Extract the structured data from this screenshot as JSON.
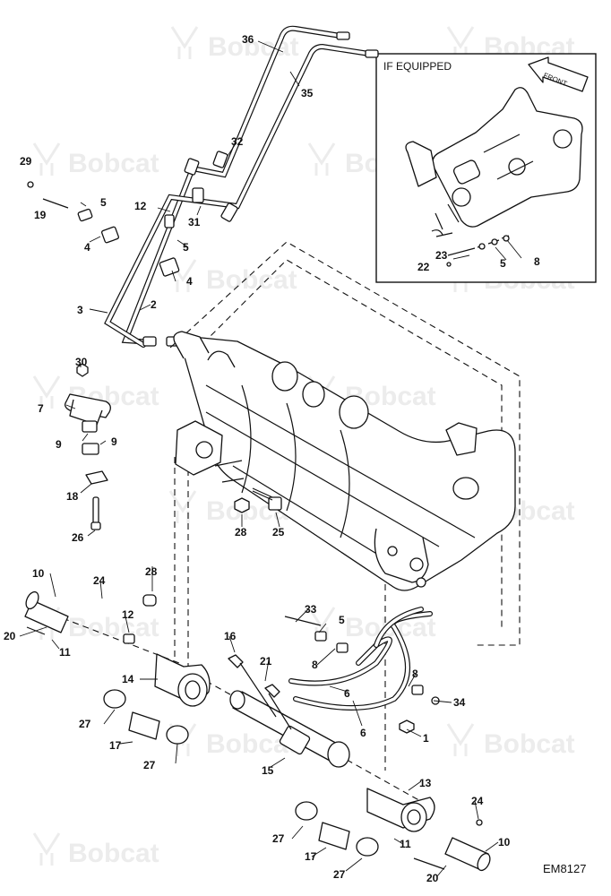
{
  "watermark": {
    "text": "Bobcat"
  },
  "inset": {
    "title": "IF EQUIPPED",
    "arrow_label": "FRONT"
  },
  "drawing_code": "EM8127",
  "callouts": {
    "c36": "36",
    "c35": "35",
    "c29": "29",
    "c19": "19",
    "c5a": "5",
    "c4a": "4",
    "c12a": "12",
    "c32": "32",
    "c31": "31",
    "c5b": "5",
    "c4b": "4",
    "c3": "3",
    "c2": "2",
    "c23": "23",
    "c22": "22",
    "c5c": "5",
    "c8a": "8",
    "c30": "30",
    "c7": "7",
    "c9a": "9",
    "c9b": "9",
    "c18": "18",
    "c26": "26",
    "c28a": "28",
    "c25": "25",
    "c10a": "10",
    "c24a": "24",
    "c28b": "28",
    "c20a": "20",
    "c11a": "11",
    "c12b": "12",
    "c16": "16",
    "c33": "33",
    "c5d": "5",
    "c14": "14",
    "c21": "21",
    "c8b": "8",
    "c6a": "6",
    "c8c": "8",
    "c34": "34",
    "c27a": "27",
    "c17a": "17",
    "c6b": "6",
    "c1": "1",
    "c27b": "27",
    "c15": "15",
    "c13": "13",
    "c24b": "24",
    "c27c": "27",
    "c11b": "11",
    "c10b": "10",
    "c17b": "17",
    "c27d": "27",
    "c20b": "20"
  }
}
